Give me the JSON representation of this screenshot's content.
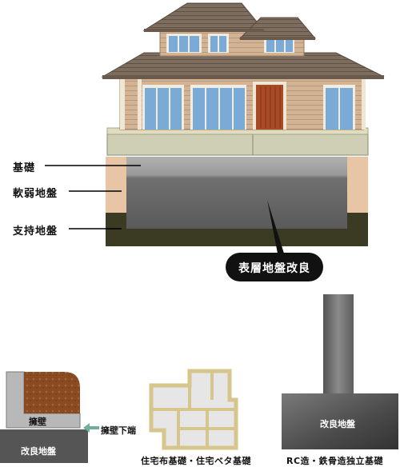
{
  "top": {
    "labels": [
      {
        "text": "基礎"
      },
      {
        "text": "軟弱地盤"
      },
      {
        "text": "支持地盤"
      }
    ],
    "callout": "表層地盤改良"
  },
  "bottom": {
    "left": {
      "wall_label": "擁壁",
      "bottom_end_label": "擁壁下端",
      "improved_label": "改良地盤"
    },
    "middle": {
      "caption": "住宅布基礎・住宅ベタ基礎"
    },
    "right": {
      "improved_label": "改良地盤",
      "caption": "RC造・鉄骨造独立基礎"
    }
  },
  "colors": {
    "roof": "#7a6a5c",
    "wall": "#c9a98a",
    "window": "#7aaad6",
    "door": "#a84a25",
    "foundation": "#b5b5b5",
    "soft_ground": "#e9c8a8",
    "improved_zone": "#6a6a6a",
    "support_ground": "#3a3a22",
    "callout_bg": "#111111"
  }
}
